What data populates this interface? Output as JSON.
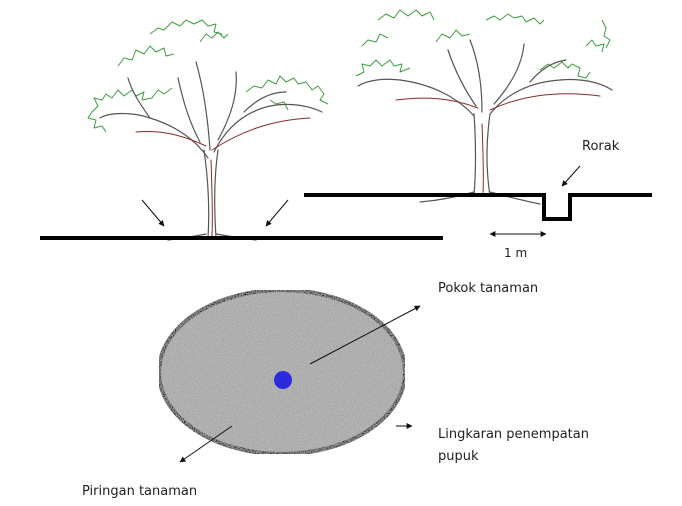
{
  "labels": {
    "rorak": "Rorak",
    "distance": "1 m",
    "pokok": "Pokok tanaman",
    "lingkaran_line1": "Lingkaran penempatan",
    "lingkaran_line2": "pupuk",
    "piringan": "Piringan tanaman"
  },
  "colors": {
    "disc_fill": "#a3a3a3",
    "disc_outline": "#000000",
    "stem_dot": "#2b2bdc",
    "foliage": "#3f9b3f",
    "trunk_accent": "#8a2a2a"
  }
}
